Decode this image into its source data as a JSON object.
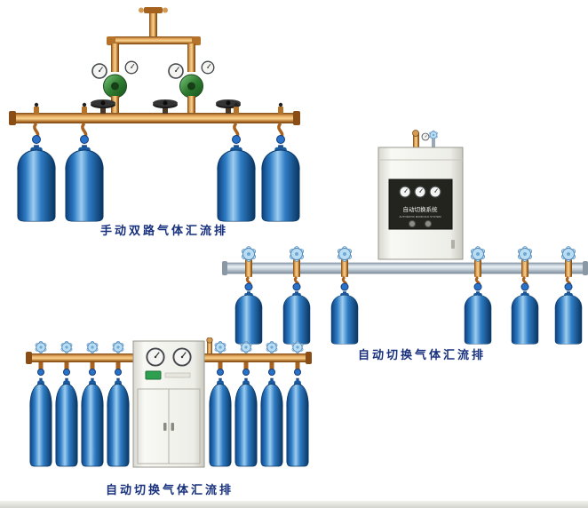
{
  "page": {
    "background_color": "#ffffff"
  },
  "products": [
    {
      "name": "manual-dual-gas-manifold",
      "caption": "手动双路气体汇流排",
      "cylinder_count": 4,
      "colors": {
        "cylinder_blue": "#1e6cb8",
        "pipe_brass": "#c8853c",
        "regulator_green": "#2f7d32",
        "valve_black": "#1a1a1a"
      }
    },
    {
      "name": "auto-switch-gas-manifold",
      "caption": "自动切换气体汇流排",
      "cylinder_count": 6,
      "cabinet": {
        "title": "自动切换系统",
        "subtitle": "AUTOMATIC MANIFOLD SYSTEM",
        "gauge_count": 3
      },
      "colors": {
        "cylinder_blue": "#1e6cb8",
        "pipe_silver": "#c3cfd9",
        "handwheel_blue": "#b9ddf2"
      }
    },
    {
      "name": "auto-switch-gas-manifold-2",
      "caption": "自动切换气体汇流排",
      "cylinder_count": 8,
      "cabinet": {
        "gauge_count": 2
      },
      "colors": {
        "cylinder_blue": "#1e6cb8",
        "pipe_brass": "#c8853c",
        "handwheel_blue": "#b9ddf2"
      }
    }
  ],
  "caption_style": {
    "color": "#17307d"
  }
}
